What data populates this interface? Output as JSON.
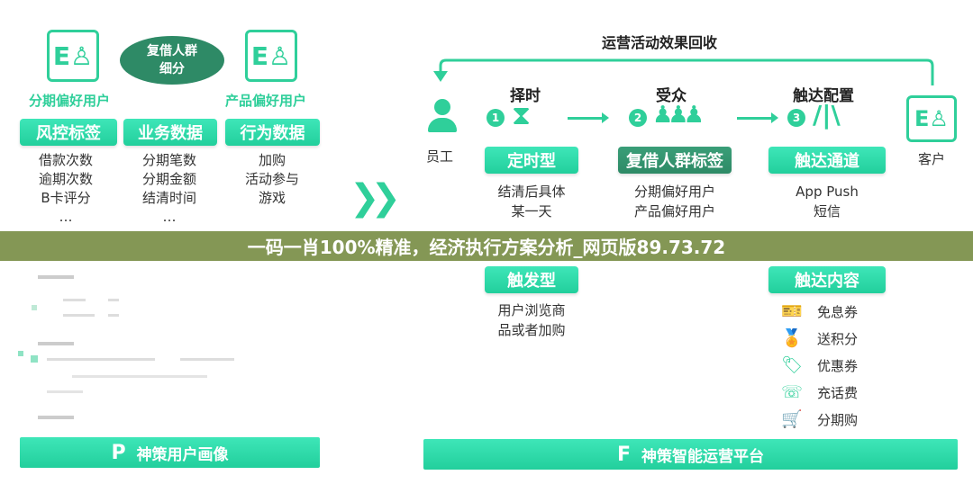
{
  "left": {
    "pill": "复借人群细分",
    "pill_line1": "复借人群",
    "pill_line2": "细分",
    "group_a": "分期偏好用户",
    "group_b": "产品偏好用户",
    "columns": [
      {
        "header": "风控标签",
        "items": [
          "借款次数",
          "逾期次数",
          "B卡评分",
          "…"
        ]
      },
      {
        "header": "业务数据",
        "items": [
          "分期笔数",
          "分期金额",
          "结清时间",
          "…"
        ]
      },
      {
        "header": "行为数据",
        "items": [
          "加购",
          "活动参与",
          "游戏"
        ]
      }
    ],
    "footer": "神策用户画像"
  },
  "right": {
    "title": "运营活动效果回收",
    "employee": "员工",
    "customer": "客户",
    "steps": [
      {
        "num": "1",
        "title": "择时"
      },
      {
        "num": "2",
        "title": "受众"
      },
      {
        "num": "3",
        "title": "触达配置"
      }
    ],
    "timing": {
      "btn1": "定时型",
      "text1a": "结清后具体",
      "text1b": "某一天",
      "btn2": "触发型",
      "text2a": "用户浏览商",
      "text2b": "品或者加购"
    },
    "audience": {
      "btn": "复借人群标签",
      "items": [
        "分期偏好用户",
        "产品偏好用户"
      ]
    },
    "channel": {
      "btn": "触达通道",
      "items": [
        "App Push",
        "短信"
      ],
      "btn2": "触达内容"
    },
    "content_items": [
      "免息券",
      "送积分",
      "优惠券",
      "充话费",
      "分期购"
    ],
    "footer": "神策智能运营平台"
  },
  "banner": "一码一肖100%精准，经济执行方案分析_网页版89.73.72",
  "colors": {
    "accent": "#2fcf9a",
    "dark": "#2e8a66",
    "banner": "#7a8e46"
  }
}
